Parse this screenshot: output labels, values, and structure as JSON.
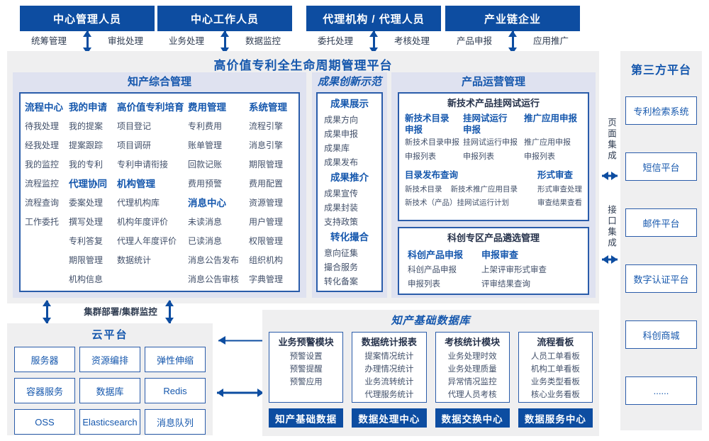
{
  "colors": {
    "primary": "#0d4da1",
    "accent": "#1557ad",
    "border_blue": "#2a5caa",
    "item_text": "#42506a",
    "dark_text": "#25314a",
    "section_bg": "#dfe2f0",
    "panel_bg": "#efeff0"
  },
  "icons": {
    "double_arrow_vertical": "⇕",
    "double_arrow_horizontal": "⇔",
    "arrow_left": "←"
  },
  "top_roles": [
    {
      "title": "中心管理人员",
      "left_label": "统筹管理",
      "right_label": "审批处理"
    },
    {
      "title": "中心工作人员",
      "left_label": "业务处理",
      "right_label": "数据监控"
    },
    {
      "title": "代理机构 / 代理人员",
      "left_label": "委托处理",
      "right_label": "考核处理"
    },
    {
      "title": "产业链企业",
      "left_label": "产品申报",
      "right_label": "应用推广"
    }
  ],
  "platform": {
    "title": "高价值专利全生命周期管理平台",
    "sections": {
      "zhichan": {
        "title": "知产综合管理",
        "columns": [
          {
            "groups": [
              {
                "header": "流程中心",
                "items": [
                  "待我处理",
                  "经我处理",
                  "我的监控",
                  "流程监控",
                  "流程查询",
                  "工作委托"
                ]
              }
            ]
          },
          {
            "groups": [
              {
                "header": "我的申请",
                "items": [
                  "我的提案",
                  "提案跟踪",
                  "我的专利"
                ]
              },
              {
                "header": "代理协同",
                "items": [
                  "委案处理",
                  "撰写处理",
                  "专利答复",
                  "期限管理",
                  "机构信息"
                ]
              }
            ]
          },
          {
            "groups": [
              {
                "header": "高价值专利培育",
                "items": [
                  "项目登记",
                  "项目调研",
                  "专利申请衔接"
                ]
              },
              {
                "header": "机构管理",
                "items": [
                  "代理机构库",
                  "机构年度评价",
                  "代理人年度评价",
                  "数据统计"
                ]
              }
            ]
          },
          {
            "groups": [
              {
                "header": "费用管理",
                "items": [
                  "专利费用",
                  "账单管理",
                  "回款记账",
                  "费用预警"
                ]
              },
              {
                "header": "消息中心",
                "items": [
                  "未读消息",
                  "已读消息",
                  "消息公告发布",
                  "消息公告审核"
                ]
              }
            ]
          },
          {
            "groups": [
              {
                "header": "系统管理",
                "items": [
                  "流程引擎",
                  "消息引擎",
                  "期限管理",
                  "费用配置",
                  "资源管理",
                  "用户管理",
                  "权限管理",
                  "组织机构",
                  "字典管理"
                ]
              }
            ]
          }
        ]
      },
      "chengguo": {
        "title": "成果创新示范",
        "groups": [
          {
            "header": "成果展示",
            "items": [
              "成果方向",
              "成果申报",
              "成果库",
              "成果发布"
            ]
          },
          {
            "header": "成果推介",
            "items": [
              "成果宣传",
              "成果封装",
              "支持政策"
            ]
          },
          {
            "header": "转化撮合",
            "items": [
              "意向征集",
              "撮合服务",
              "转化备案"
            ]
          }
        ]
      },
      "chanpin": {
        "title": "产品运营管理",
        "box1": {
          "title": "新技术产品挂网试运行",
          "columns": [
            {
              "header": "新技术目录申报",
              "items": [
                "新技术目录申报",
                "申报列表"
              ]
            },
            {
              "header": "挂网试运行申报",
              "items": [
                "挂网试运行申报",
                "申报列表"
              ]
            },
            {
              "header": "推广应用申报",
              "items": [
                "推广应用申报",
                "申报列表"
              ]
            }
          ],
          "catalog": {
            "header": "目录发布查询",
            "rows": [
              [
                "新技术目录",
                "新技术推广应用目录"
              ],
              [
                "新技术（产品）挂网试运行计划"
              ]
            ]
          },
          "review": {
            "header": "形式审查",
            "items": [
              "形式审查处理",
              "审查结果查看"
            ]
          }
        },
        "box2": {
          "title": "科创专区产品遴选管理",
          "columns": [
            {
              "header": "科创产品申报",
              "items": [
                "科创产品申报",
                "申报列表"
              ]
            },
            {
              "header": "申报审查",
              "items": [
                "上架评审形式审查",
                "评审结果查询"
              ]
            }
          ]
        }
      }
    }
  },
  "integration": {
    "page": "页面集成",
    "api": "接口集成"
  },
  "third_party": {
    "title": "第三方平台",
    "items": [
      "专利检索系统",
      "短信平台",
      "邮件平台",
      "数字认证平台",
      "科创商城",
      "......"
    ]
  },
  "cluster_label": "集群部署/集群监控",
  "cloud": {
    "title": "云平台",
    "items": [
      "服务器",
      "资源编排",
      "弹性伸缩",
      "容器服务",
      "数据库",
      "Redis",
      "OSS",
      "Elasticsearch",
      "消息队列"
    ]
  },
  "database": {
    "title": "知产基础数据库",
    "modules": [
      {
        "header": "业务预警模块",
        "items": [
          "预警设置",
          "预警提醒",
          "预警应用"
        ],
        "footer": "知产基础数据"
      },
      {
        "header": "数据统计报表",
        "items": [
          "提案情况统计",
          "办理情况统计",
          "业务流转统计",
          "代理服务统计"
        ],
        "footer": "数据处理中心"
      },
      {
        "header": "考核统计模块",
        "items": [
          "业务处理时效",
          "业务处理质量",
          "异常情况监控",
          "代理人员考核"
        ],
        "footer": "数据交换中心"
      },
      {
        "header": "流程看板",
        "items": [
          "人员工单看板",
          "机构工单看板",
          "业务类型看板",
          "核心业务看板"
        ],
        "footer": "数据服务中心"
      }
    ]
  }
}
